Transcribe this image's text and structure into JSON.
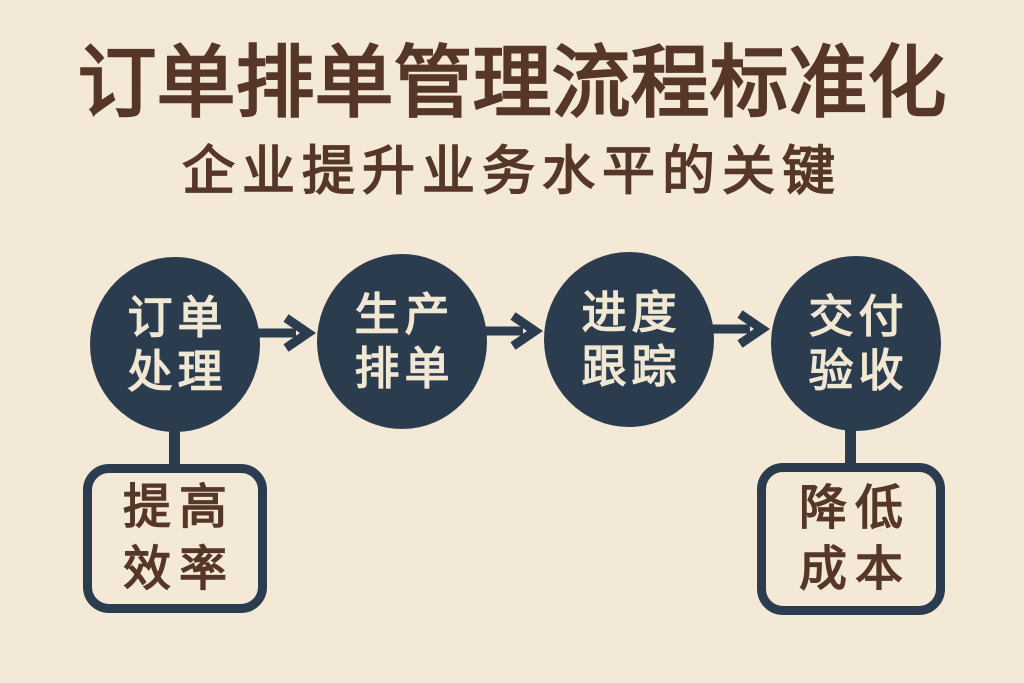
{
  "title": "订单排单管理流程标准化",
  "subtitle": "企业提升业务水平的关键",
  "colors": {
    "background": "#f3e9d6",
    "ink_brown": "#553629",
    "navy": "#2b3c4f",
    "cream_text": "#f1e8d4"
  },
  "flow_steps": [
    {
      "line1": "订单",
      "line2": "处理"
    },
    {
      "line1": "生产",
      "line2": "排单"
    },
    {
      "line1": "进度",
      "line2": "跟踪"
    },
    {
      "line1": "交付",
      "line2": "验收"
    }
  ],
  "outcomes": [
    {
      "line1": "提高",
      "line2": "效率"
    },
    {
      "line1": "降低",
      "line2": "成本"
    }
  ]
}
